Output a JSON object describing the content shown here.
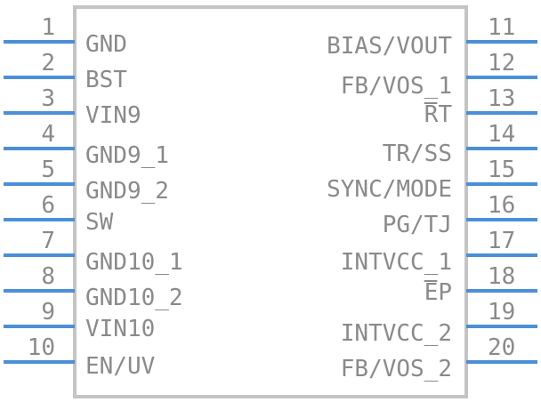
{
  "left_pins": [
    {
      "num": "1",
      "name": "GND"
    },
    {
      "num": "2",
      "name": "BST"
    },
    {
      "num": "3",
      "name": "VIN9"
    },
    {
      "num": "4",
      "name": "GND9_1"
    },
    {
      "num": "5",
      "name": "GND9_2"
    },
    {
      "num": "6",
      "name": "SW"
    },
    {
      "num": "7",
      "name": "GND10_1"
    },
    {
      "num": "8",
      "name": "GND10_2"
    },
    {
      "num": "9",
      "name": "VIN10"
    },
    {
      "num": "10",
      "name": "EN/UV"
    }
  ],
  "right_pins": [
    {
      "num": "11",
      "name": "BIAS/VOUT"
    },
    {
      "num": "12",
      "name": "FB/VOS_1"
    },
    {
      "num": "13",
      "name": "RT",
      "overbar": true
    },
    {
      "num": "14",
      "name": "TR/SS"
    },
    {
      "num": "15",
      "name": "SYNC/MODE"
    },
    {
      "num": "16",
      "name": "PG/TJ"
    },
    {
      "num": "17",
      "name": "INTVCC_1"
    },
    {
      "num": "18",
      "name": "EP",
      "overbar": true
    },
    {
      "num": "19",
      "name": "INTVCC_2"
    },
    {
      "num": "20",
      "name": "FB/VOS_2"
    }
  ],
  "colors": {
    "pin_line": "#4a8fd8",
    "body_outline": "#c4c4c4",
    "text": "#8a8a8a"
  }
}
